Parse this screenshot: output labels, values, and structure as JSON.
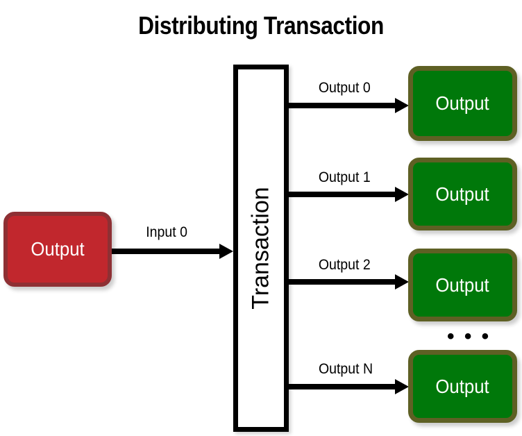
{
  "diagram": {
    "title": "Distributing Transaction",
    "background_color": "#ffffff"
  },
  "colors": {
    "input_node_fill": "#C1272D",
    "input_node_border": "#8E3034",
    "output_node_fill": "#00780A",
    "output_node_border": "#5E6024",
    "transaction_fill": "#ffffff",
    "transaction_border": "#000000",
    "arrow": "#000000",
    "node_text": "#ffffff"
  },
  "input_node": {
    "label": "Output"
  },
  "transaction": {
    "label": "Transaction"
  },
  "input_arrow": {
    "label": "Input 0"
  },
  "output_arrows": [
    {
      "label": "Output 0"
    },
    {
      "label": "Output 1"
    },
    {
      "label": "Output 2"
    },
    {
      "label": "Output N"
    }
  ],
  "output_nodes": [
    {
      "label": "Output"
    },
    {
      "label": "Output"
    },
    {
      "label": "Output"
    },
    {
      "label": "Output"
    }
  ],
  "ellipsis": {
    "text": "• • •"
  }
}
